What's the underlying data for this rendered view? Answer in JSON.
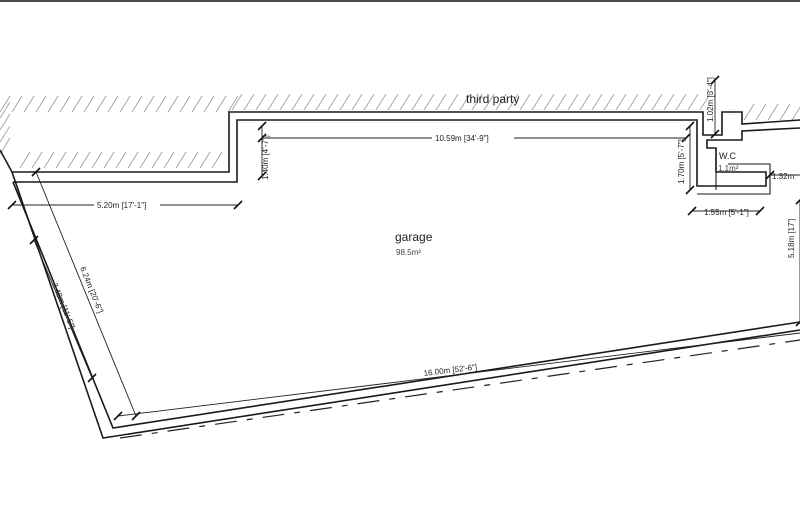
{
  "labels": {
    "neighbour": "third party",
    "garage_name": "garage",
    "garage_area": "98.5m²",
    "wc_name": "W.C",
    "wc_area": "1.1m²"
  },
  "dimensions": {
    "top_length": "10.59m [34'-9\"]",
    "step_width": "5.20m [17'-1\"]",
    "step_depth": "1.40m [4'-7\"]",
    "wc_depth": "1.70m [5'-7\"]",
    "wc_width": "1.55m [5'-1\"]",
    "wc_door": "1.02m [3'-4\"]",
    "right_return": "1.32m",
    "right_height": "5.18m [17']",
    "bottom_length": "16.00m [52'-6\"]",
    "diagonal": "6.24m [20'-6\"]",
    "left_short": "3.48m [11'-5\"]"
  },
  "colors": {
    "line": "#1a1a1a",
    "hatch": "#9a9a9a",
    "background": "#ffffff"
  }
}
